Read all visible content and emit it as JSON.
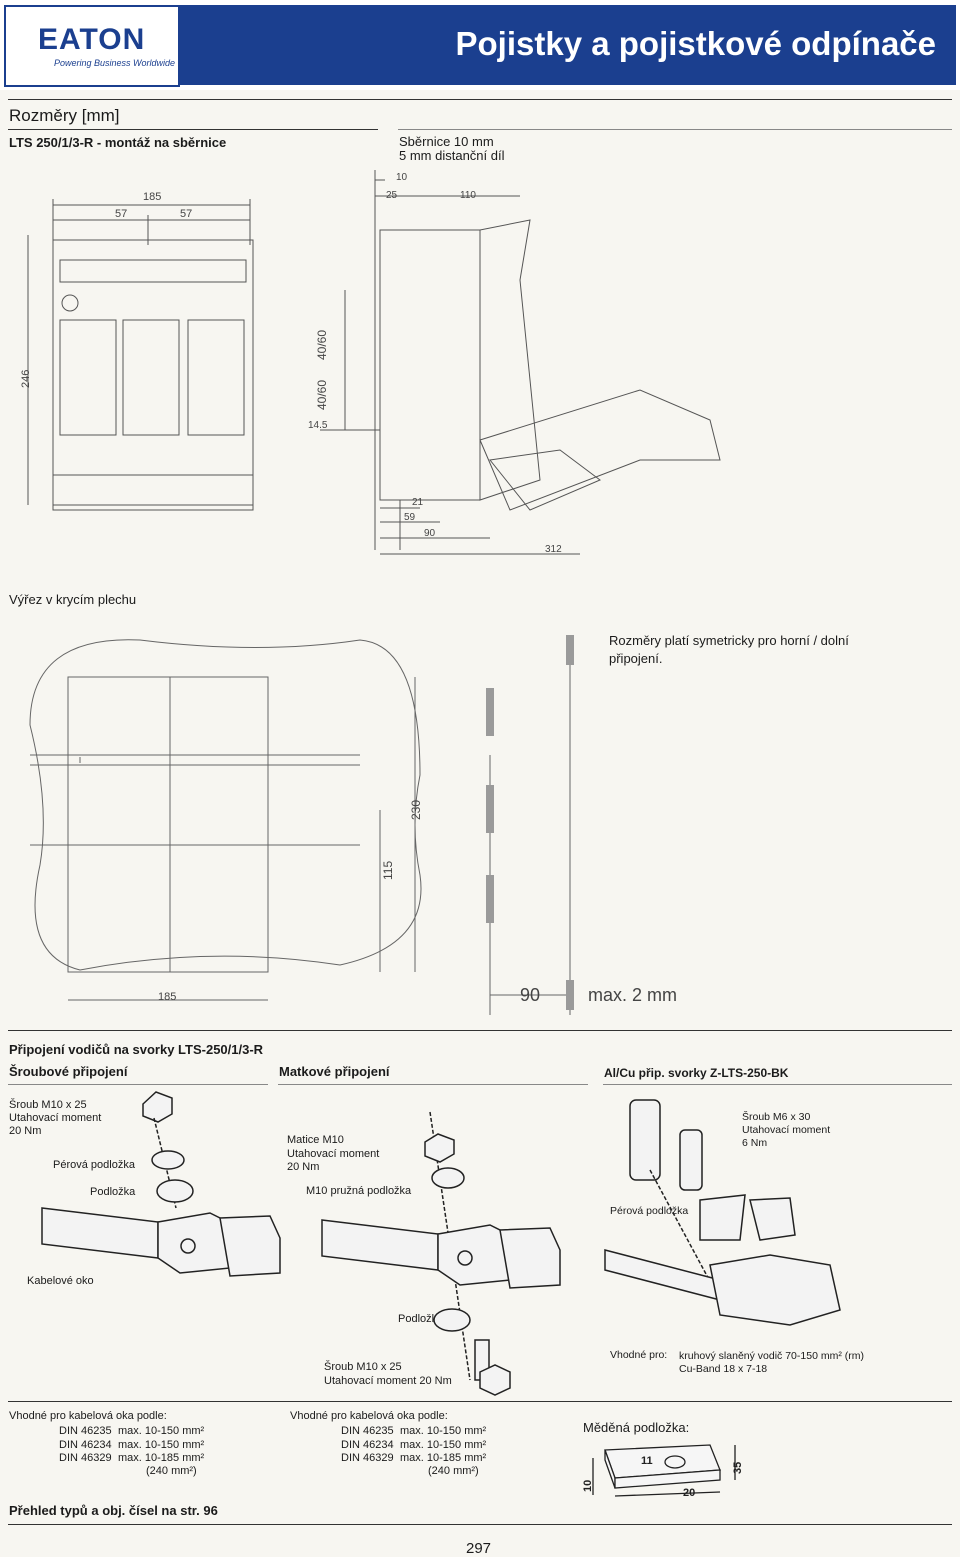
{
  "header": {
    "brand": "EATON",
    "tagline": "Powering Business Worldwide",
    "title": "Pojistky a pojistkové odpínače"
  },
  "dimensions": {
    "heading": "Rozměry [mm]",
    "subtitle": "LTS 250/1/3-R - montáž na sběrnice",
    "busbar_line1": "Sběrnice 10 mm",
    "busbar_line2": "5 mm distanční díl",
    "front_labels": {
      "w185": "185",
      "w57a": "57",
      "w57b": "57",
      "h246": "246"
    },
    "side_labels": {
      "d10": "10",
      "d25": "25",
      "d110": "110",
      "p4060a": "40/60",
      "p4060b": "40/60",
      "d145": "14.5",
      "d21": "21",
      "d59": "59",
      "d90": "90",
      "d312": "312"
    }
  },
  "cutout": {
    "heading": "Výřez v krycím plechu",
    "note_line1": "Rozměry platí symetricky pro horní / dolní",
    "note_line2": "připojení.",
    "labels": {
      "w185": "185",
      "h230": "230",
      "h115": "115",
      "d90": "90",
      "max": "max. 2 mm"
    }
  },
  "connection": {
    "heading": "Připojení vodičů na svorky LTS-250/1/3-R",
    "col1": {
      "heading": "Šroubové připojení",
      "screw_line1": "Šroub M10 x 25",
      "screw_line2": "Utahovací moment",
      "screw_line3": "20 Nm",
      "spring_washer": "Pérová podložka",
      "washer": "Podložka",
      "cable_lug": "Kabelové oko"
    },
    "col2": {
      "heading": "Matkové připojení",
      "nut_line1": "Matice M10",
      "nut_line2": "Utahovací moment",
      "nut_line3": "20 Nm",
      "spring_washer": "M10 pružná podložka",
      "washer": "Podložka",
      "screw_line1": "Šroub  M10 x 25",
      "screw_line2": "Utahovací moment 20 Nm"
    },
    "col3": {
      "heading": "Al/Cu přip. svorky Z-LTS-250-BK",
      "screw_line1": "Šroub M6 x 30",
      "screw_line2": "Utahovací moment",
      "screw_line3": "6 Nm",
      "spring_washer": "Pérová podložka",
      "suitable_label": "Vhodné pro:",
      "suitable_line1": "kruhový slaněný vodič 70-150 mm² (rm)",
      "suitable_line2": "Cu-Band 18 x 7-18"
    }
  },
  "lugs": {
    "heading": "Vhodné pro kabelová oka podle:",
    "rows": [
      {
        "din": "DIN 46235",
        "range": "max. 10-150 mm²"
      },
      {
        "din": "DIN 46234",
        "range": "max. 10-150 mm²"
      },
      {
        "din": "DIN 46329",
        "range": "max. 10-185 mm²"
      }
    ],
    "extra": "(240 mm²)"
  },
  "copper": {
    "heading": "Měděná podložka:",
    "labels": {
      "a": "11",
      "b": "20",
      "c": "10",
      "d": "35"
    }
  },
  "footer": {
    "overview": "Přehled typů a obj. čísel na str. 96",
    "page": "297"
  },
  "colors": {
    "brand_blue": "#1b3f8f",
    "drawing": "#4a4a4a"
  }
}
